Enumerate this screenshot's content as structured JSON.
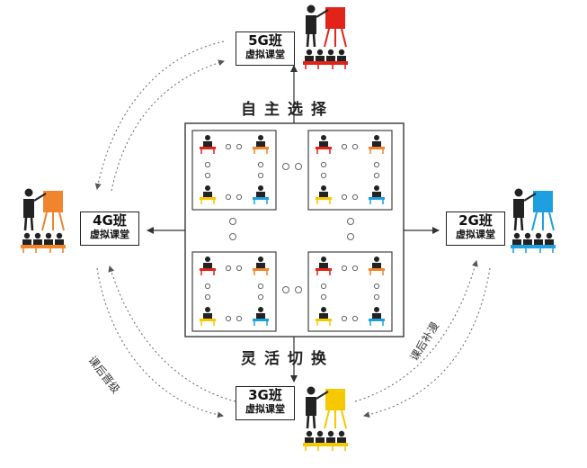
{
  "center_top_label": "自主选择",
  "center_bottom_label": "灵活切换",
  "side_left_label": "课后晋级",
  "side_right_label": "课后补漫",
  "classes": {
    "top": {
      "grade": "5G班",
      "subtitle": "虚拟课堂",
      "board_color": "#e2231a"
    },
    "left": {
      "grade": "4G班",
      "subtitle": "虚拟课堂",
      "board_color": "#f0852d"
    },
    "right": {
      "grade": "2G班",
      "subtitle": "虚拟课堂",
      "board_color": "#1ea0e0"
    },
    "bottom": {
      "grade": "3G班",
      "subtitle": "虚拟课堂",
      "board_color": "#f5c800"
    }
  },
  "desk_colors": {
    "red": "#e2231a",
    "orange": "#f0852d",
    "yellow": "#f5c800",
    "blue": "#1ea0e0"
  }
}
